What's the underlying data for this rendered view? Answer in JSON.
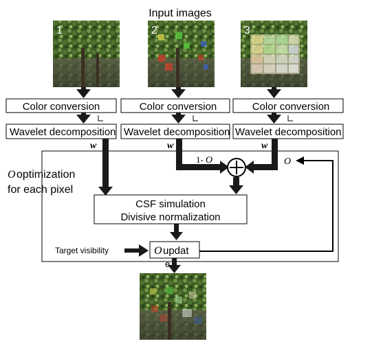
{
  "header": {
    "title": "Input images"
  },
  "inputs": [
    {
      "number": "1",
      "style": "original"
    },
    {
      "number": "2",
      "style": "color-patches"
    },
    {
      "number": "3",
      "style": "washed-patches"
    }
  ],
  "blocks": {
    "color_conversion": "Color conversion",
    "wavelet_decomposition": "Wavelet decomposition",
    "csf_line1": "CSF simulation",
    "csf_line2": "Divisive normalization",
    "update_symbol": "O",
    "update_text": "updat",
    "update_tail": "e"
  },
  "labels": {
    "w": "w",
    "one_minus_prefix": "1-",
    "one_minus_symbol": "O",
    "opacity_symbol": "O",
    "optimization_symbol": "O",
    "optimization_line1": "optimization",
    "optimization_line2": "for each pixel",
    "target_visibility": "Target visibility",
    "sum_symbol": "+"
  },
  "colors": {
    "arrow": "#1a1a1a",
    "foliage_dark": "#2f4a1c",
    "foliage_light": "#7a9a4c",
    "patch_green": "#53c43c",
    "patch_yellow": "#d8d24a",
    "patch_red": "#c8402c",
    "patch_blue": "#3a5fc0",
    "patch_washed": "#e8e4c0"
  }
}
